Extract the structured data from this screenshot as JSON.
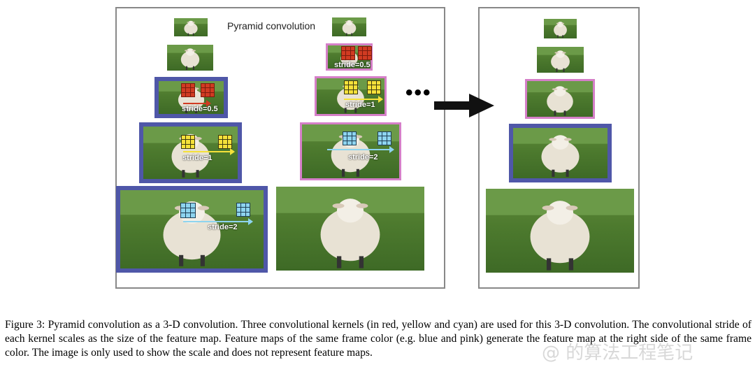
{
  "figure": {
    "pyramid_title": "Pyramid convolution",
    "stride_labels": [
      "stride=0.5",
      "stride=1",
      "stride=2"
    ],
    "ellipsis": "•••",
    "colors": {
      "blue_frame": "#4f57a8",
      "pink_frame": "#d57fc8",
      "red_kernel": "#d13b22",
      "yellow_kernel": "#f5e13a",
      "cyan_kernel": "#8ed4ef"
    }
  },
  "caption": {
    "label": "Figure 3:",
    "text": "Pyramid convolution as a 3-D convolution. Three convolutional kernels (in red, yellow and cyan) are used for this 3-D convolution. The convolutional stride of each kernel scales as the size of the feature map. Feature maps of the same frame color (e.g. blue and pink) generate the feature map at the right side of the same frame color. The image is only used to show the scale and does not represent feature maps."
  },
  "watermark": {
    "text": "@ 的算法工程笔记"
  }
}
